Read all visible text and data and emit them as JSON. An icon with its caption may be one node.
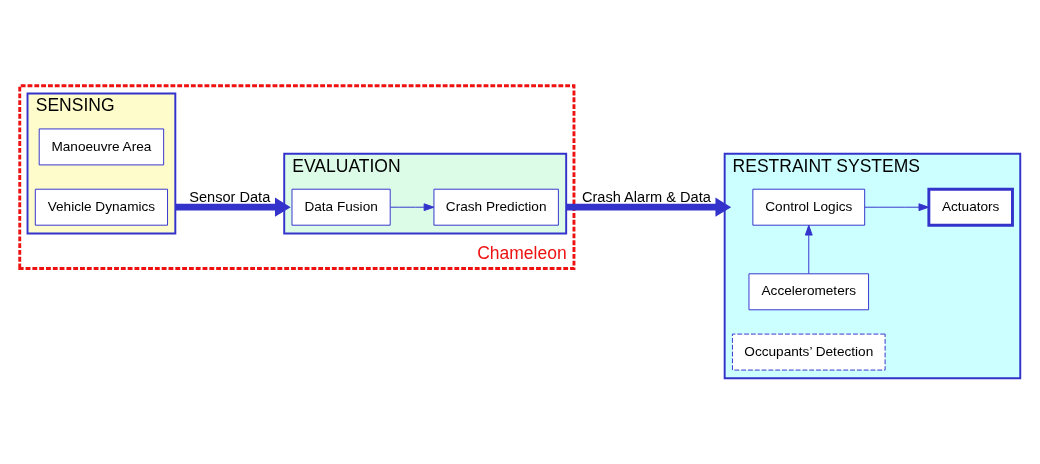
{
  "diagram": {
    "nodes": [
      {
        "text": [
          "Chameleon"
        ]
      },
      {
        "text": [
          "SENSING"
        ],
        "in": 0
      },
      {
        "text": [
          "Manoeuvre Area"
        ],
        "in": 1
      },
      {
        "text": [
          "Vehicle Dynamics"
        ],
        "in": 1
      },
      {
        "text": [
          "EVALUATION"
        ],
        "in": 0
      },
      {
        "text": [
          "Data Fusion"
        ],
        "in": 4
      },
      {
        "text": [
          "Crash Prediction"
        ],
        "in": 4
      },
      {
        "text": [
          "RESTRAINT SYSTEMS"
        ]
      },
      {
        "text": [
          "Control Logics"
        ],
        "in": 7
      },
      {
        "text": [
          "Actuators"
        ],
        "in": 7
      },
      {
        "text": [
          "Accelerometers"
        ],
        "in": 7
      },
      {
        "text": [
          "Occupants’ Detection"
        ],
        "in": 7
      }
    ],
    "edges": [
      {
        "from": 1,
        "to": 4,
        "arrow": "to",
        "label": "Sensor Data",
        "style": "thick"
      },
      {
        "from": 5,
        "to": 6,
        "arrow": "to"
      },
      {
        "from": 4,
        "to": 7,
        "arrow": "to",
        "label": "Crash Alarm & Data",
        "style": "thick"
      },
      {
        "from": 8,
        "to": 9,
        "arrow": "to"
      },
      {
        "from": 10,
        "to": 8,
        "arrow": "to"
      }
    ]
  }
}
